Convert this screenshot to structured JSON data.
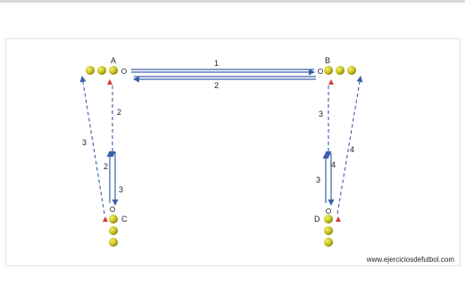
{
  "stations": {
    "a": "A",
    "b": "B",
    "c": "C",
    "d": "D"
  },
  "passes": {
    "a_to_b": "1",
    "b_to_a": "2",
    "a_down": "2",
    "c_up": "2",
    "c_long": "3",
    "c_up_right": "3",
    "b_down": "3",
    "d_up": "4",
    "d_up_left": "3",
    "d_long": "4"
  },
  "credit": "www.ejerciciosdefutbol.com",
  "colors": {
    "arrow": "#3a5fa8",
    "ball": "#c9c21a",
    "cone": "#d23a3a"
  }
}
